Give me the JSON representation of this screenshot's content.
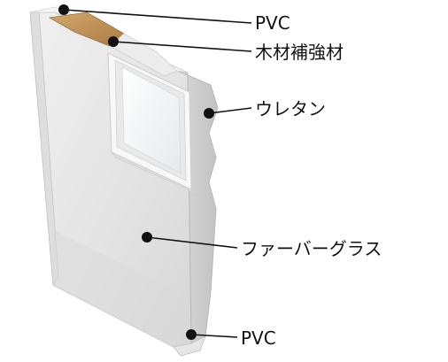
{
  "labels": {
    "pvc_top": "PVC",
    "wood_reinforcement": "木材補強材",
    "urethane": "ウレタン",
    "fiberglass": "ファーバーグラス",
    "pvc_bottom": "PVC"
  },
  "colors": {
    "face": "#e8e8e8",
    "face_shadow": "#d2d2d2",
    "edge": "#cfcfcf",
    "edge_dark": "#bdbdbd",
    "top_pvc": "#f4f4f4",
    "wood_core": "#c89a5e",
    "wood_core_dark": "#a87b45",
    "glass": "#f2f4f5",
    "frame_white": "#fafafa",
    "line": "#111111"
  }
}
